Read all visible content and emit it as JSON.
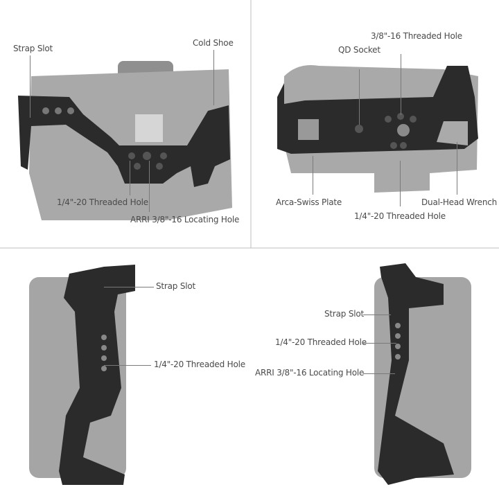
{
  "panels": {
    "top_left": {
      "labels": [
        "Strap Slot",
        "Cold Shoe",
        "1/4\"-20 Threaded Hole",
        "ARRI 3/8\"-16 Locating Hole"
      ]
    },
    "top_right": {
      "labels": [
        "3/8\"-16 Threaded Hole",
        "QD Socket",
        "Arca-Swiss Plate",
        "Dual-Head Wrench",
        "1/4\"-20 Threaded Hole"
      ]
    },
    "bottom_left": {
      "labels": [
        "Strap Slot",
        "1/4\"-20 Threaded Hole"
      ]
    },
    "bottom_right": {
      "labels": [
        "Strap Slot",
        "1/4\"-20 Threaded Hole",
        "ARRI 3/8\"-16 Locating Hole"
      ]
    }
  },
  "colors": {
    "camera": "#9b9b9b",
    "cage": "#2b2b2b",
    "divider": "#bdbdbd",
    "label": "#4a4a4a"
  }
}
